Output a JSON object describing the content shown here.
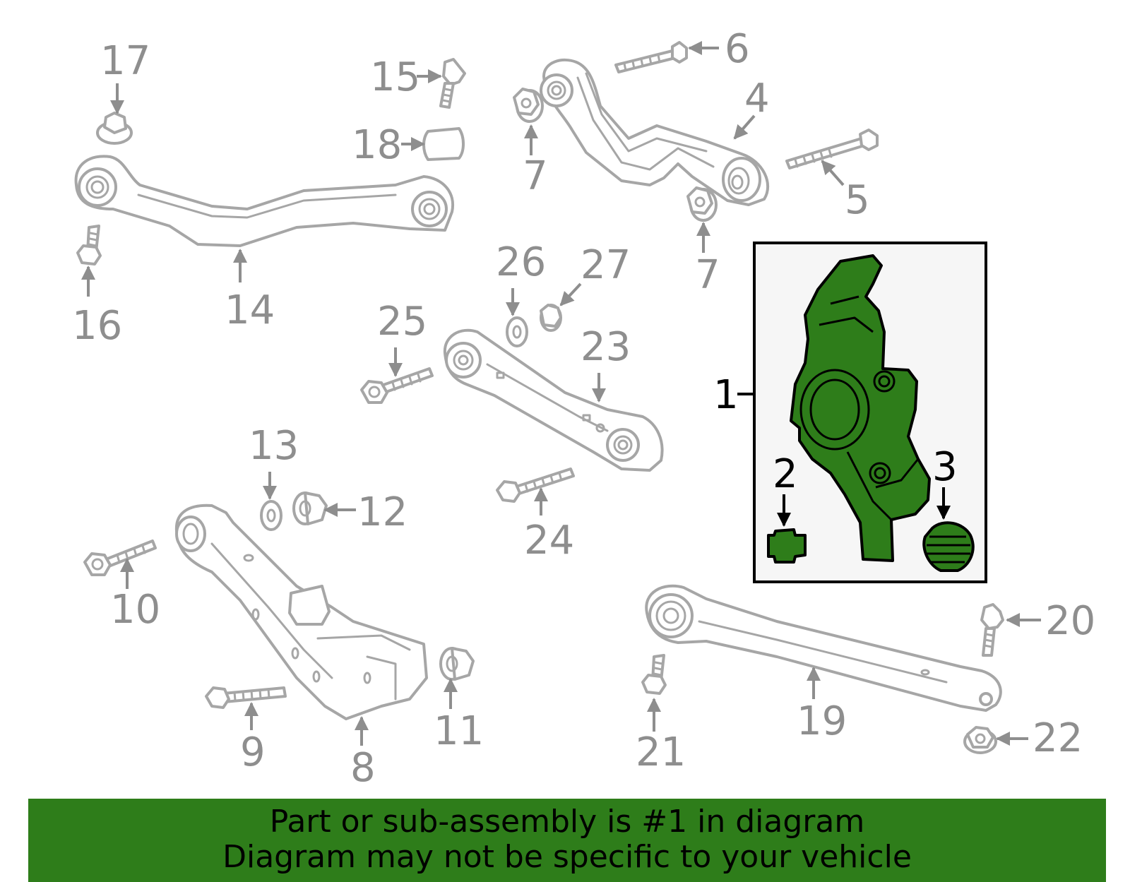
{
  "callouts": {
    "c1": "1",
    "c2": "2",
    "c3": "3",
    "c4": "4",
    "c5": "5",
    "c6": "6",
    "c7a": "7",
    "c7b": "7",
    "c8": "8",
    "c9": "9",
    "c10": "10",
    "c11": "11",
    "c12": "12",
    "c13": "13",
    "c14": "14",
    "c15": "15",
    "c16": "16",
    "c17": "17",
    "c18": "18",
    "c19": "19",
    "c20": "20",
    "c21": "21",
    "c22": "22",
    "c23": "23",
    "c24": "24",
    "c25": "25",
    "c26": "26",
    "c27": "27"
  },
  "colors": {
    "highlight_green": "#2e7d1a",
    "part_gray": "#a6a6a6",
    "label_gray": "#8e8e8e",
    "inset_background": "#f6f6f6"
  },
  "banner": {
    "line1": "Part or sub-assembly is #1 in diagram",
    "line2": "Diagram may not be specific to your vehicle"
  }
}
